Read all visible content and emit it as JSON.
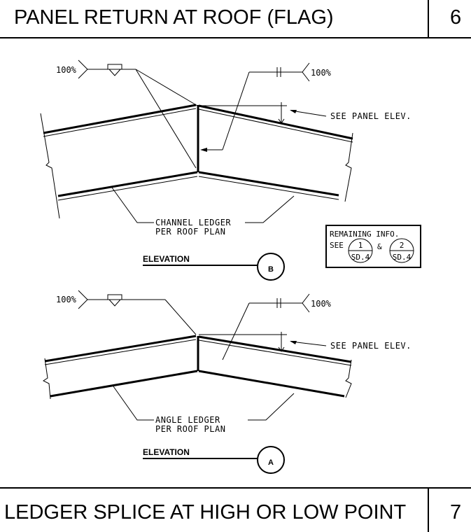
{
  "top_title": {
    "text": "PANEL RETURN AT ROOF (FLAG)",
    "number": "6"
  },
  "bottom_title": {
    "text": "LEDGER SPLICE AT HIGH OR LOW POINT",
    "number": "7"
  },
  "detail_b": {
    "weld_left": "100%",
    "weld_right": "100%",
    "note_panel": "SEE PANEL ELEV.",
    "ledger_line1": "CHANNEL LEDGER",
    "ledger_line2": "PER ROOF PLAN",
    "view_label": "ELEVATION",
    "bubble": "B"
  },
  "remaining_info": {
    "line1": "REMAINING INFO.",
    "see": "SEE",
    "and": "&",
    "ref1_num": "1",
    "ref1_sheet": "SD.4",
    "ref2_num": "2",
    "ref2_sheet": "SD.4"
  },
  "detail_a": {
    "weld_left": "100%",
    "weld_right": "100%",
    "note_panel": "SEE PANEL ELEV.",
    "ledger_line1": "ANGLE LEDGER",
    "ledger_line2": "PER ROOF PLAN",
    "view_label": "ELEVATION",
    "bubble": "A"
  }
}
